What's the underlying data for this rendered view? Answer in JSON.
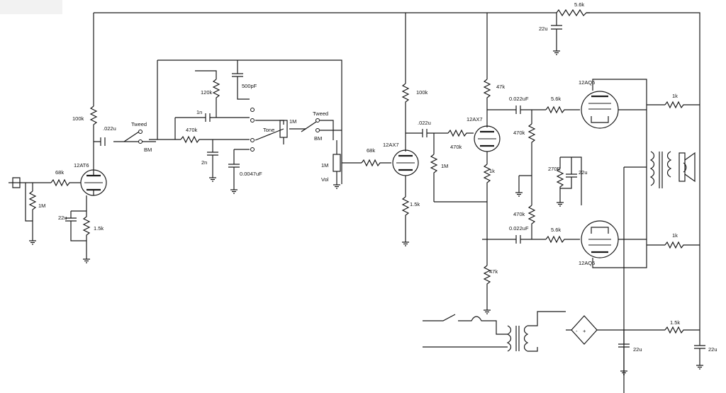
{
  "labels": {
    "v1": "12AT6",
    "v2": "12AX7",
    "v3": "12AX7",
    "v4": "12AQ5",
    "v5": "12AQ5",
    "r_100k_a": "100k",
    "r_68k_in": "68k",
    "r_1m_grid": "1M",
    "r_1_5k_cath": "1.5k",
    "c_22u_cath": "22u",
    "c_022u_a": ".022u",
    "sw_tweed_a": "Tweed",
    "sw_bm_a": "BM",
    "r_470k_tone": "470k",
    "c_2n": "2n",
    "c_1n": "1n",
    "r_120k": "120k",
    "c_500pf": "500pF",
    "pot_tone": "Tone",
    "pot_tone_val": "1M",
    "c_0047": "0.0047uF",
    "sw_tweed_b": "Tweed",
    "sw_bm_b": "BM",
    "pot_vol_val": "1M",
    "pot_vol": "Vol",
    "r_68k_b": "68k",
    "r_100k_b": "100k",
    "c_022u_b": ".022u",
    "r_1m_b": "1M",
    "r_1_5k_b": "1.5k",
    "r_470k_b": "470k",
    "r_47k_top": "47k",
    "r_1k_pi": "1k",
    "r_47k_bot": "47k",
    "c_0022_top": "0.022uF",
    "c_0022_bot": "0.022uF",
    "r_470k_top": "470k",
    "r_470k_bot": "470k",
    "r_5_6k_top": "5.6k",
    "r_5_6k_bot": "5.6k",
    "r_270": "270R",
    "c_22u_out": "22u",
    "r_1k_top": "1k",
    "r_1k_bot": "1k",
    "r_5_6k_rail": "5.6k",
    "c_22u_rail": "22u",
    "r_1_5k_ps": "1.5k",
    "c_22u_ps_a": "22u",
    "c_22u_ps_b": "22u"
  }
}
